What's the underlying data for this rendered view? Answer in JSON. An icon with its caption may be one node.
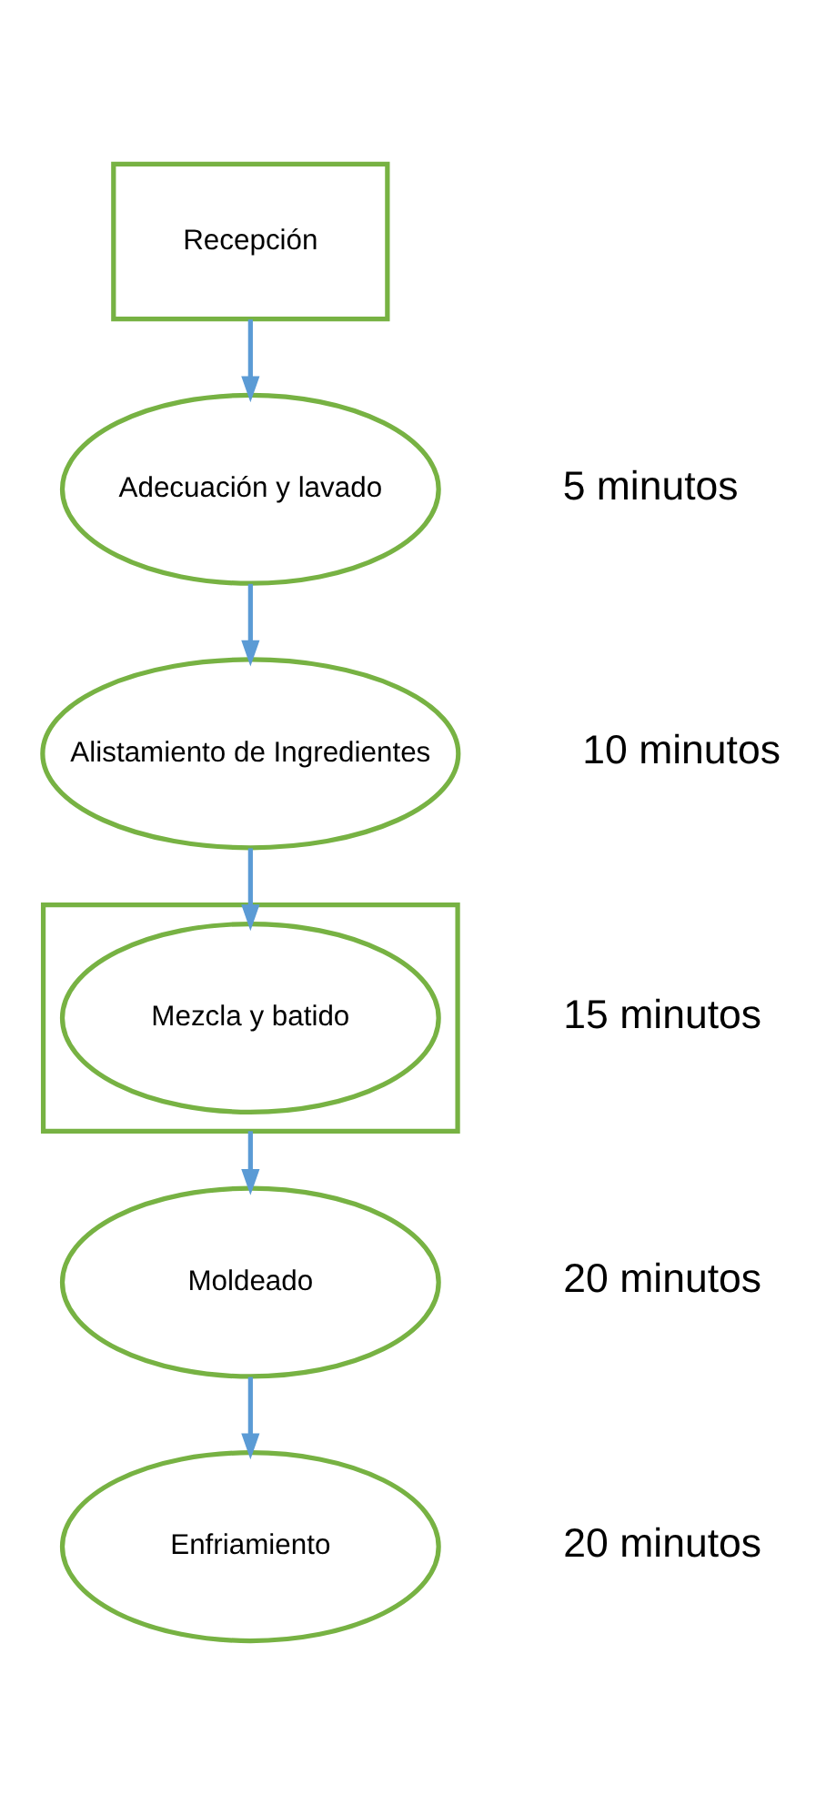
{
  "diagram": {
    "nodes": [
      {
        "text": [
          "Recepción"
        ]
      },
      {
        "text": [
          "Adecuación y lavado"
        ],
        "beside": [
          "5 minutos"
        ]
      },
      {
        "text": [
          "Alistamiento de Ingredientes"
        ],
        "beside": [
          "10 minutos"
        ]
      },
      {
        "text": [],
        "shape": "box",
        "beside": [
          "15 minutos"
        ]
      },
      {
        "text": [
          "Mezcla y batido"
        ],
        "in": 3
      },
      {
        "text": [
          "Moldeado"
        ],
        "beside": [
          "20 minutos"
        ]
      },
      {
        "text": [
          "Enfriamiento"
        ],
        "beside": [
          "20 minutos"
        ]
      }
    ],
    "edges": [
      {
        "from": 0,
        "to": 1,
        "arrow": "to"
      },
      {
        "from": 1,
        "to": 2,
        "arrow": "to"
      },
      {
        "from": 2,
        "to": 4,
        "arrow": "to"
      },
      {
        "from": 3,
        "to": 5,
        "arrow": "to"
      },
      {
        "from": 5,
        "to": 6,
        "arrow": "to"
      }
    ]
  }
}
